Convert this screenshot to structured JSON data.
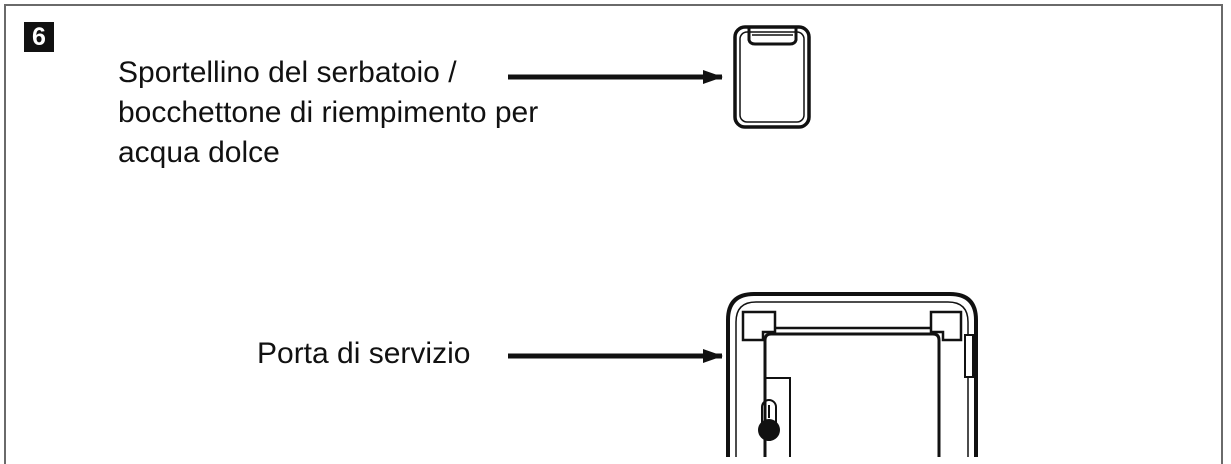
{
  "step_number": "6",
  "labels": {
    "tank_door": {
      "line1": "Sportellino del serbatoio /",
      "line2": "bocchettone di riempimento per",
      "line3": "acqua dolce"
    },
    "service_door": "Porta di servizio"
  },
  "colors": {
    "ink": "#111111",
    "frame": "#6a6a6a",
    "background": "#ffffff"
  },
  "icons": [
    "fresh-water-tank-door-icon",
    "service-door-icon"
  ]
}
